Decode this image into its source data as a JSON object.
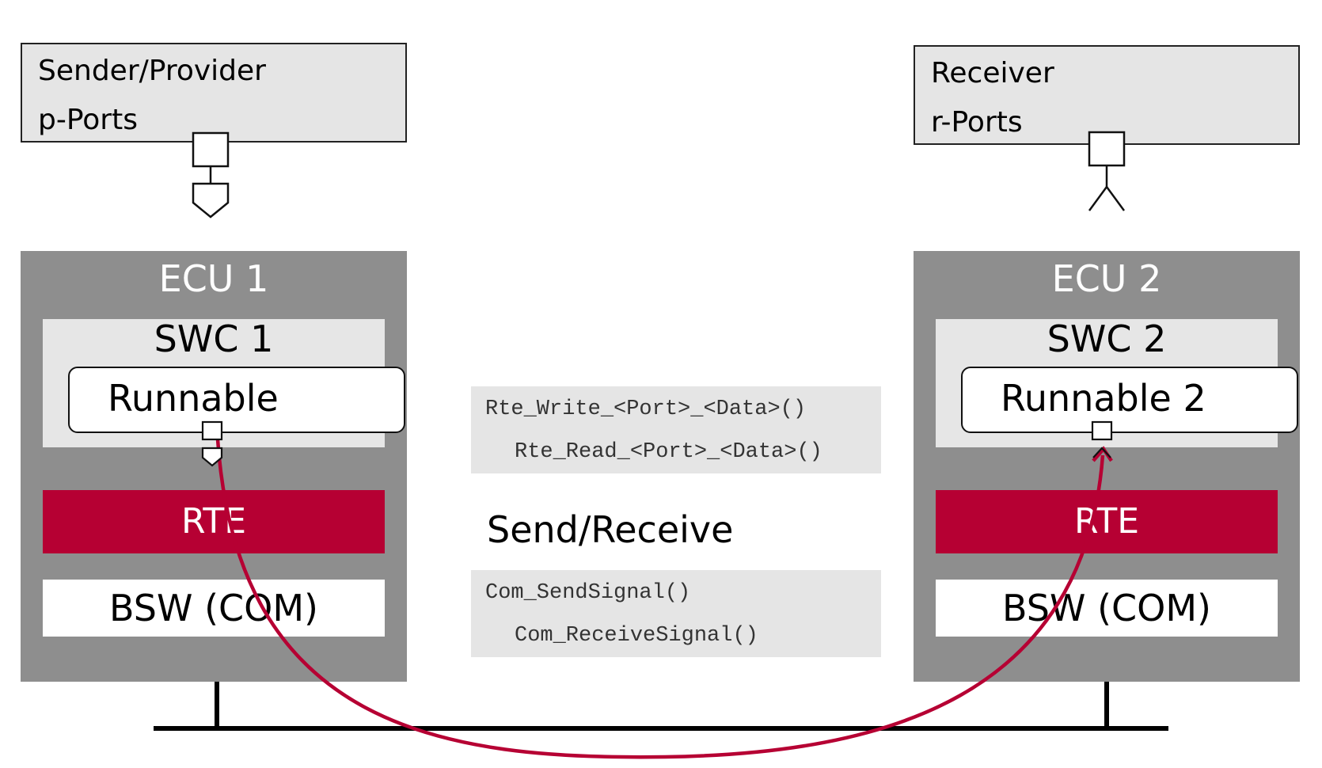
{
  "sender": {
    "title": "Sender/Provider",
    "ports": "p-Ports"
  },
  "receiver": {
    "title": "Receiver",
    "ports": "r-Ports"
  },
  "ecu1": {
    "title": "ECU 1",
    "swc": "SWC 1",
    "runnable": "Runnable",
    "rte": "RTE",
    "bsw": "BSW (COM)"
  },
  "ecu2": {
    "title": "ECU 2",
    "swc": "SWC 2",
    "runnable": "Runnable 2",
    "rte": "RTE",
    "bsw": "BSW (COM)"
  },
  "rte_api": {
    "write": "Rte_Write_<Port>_<Data>()",
    "read": "Rte_Read_<Port>_<Data>()"
  },
  "mode_label": "Send/Receive",
  "com_api": {
    "send": "Com_SendSignal()",
    "receive": "Com_ReceiveSignal()"
  },
  "colors": {
    "accent": "#b60033",
    "ecu": "#8e8e8e",
    "panel": "#e5e5e5",
    "bus": "#000000"
  }
}
